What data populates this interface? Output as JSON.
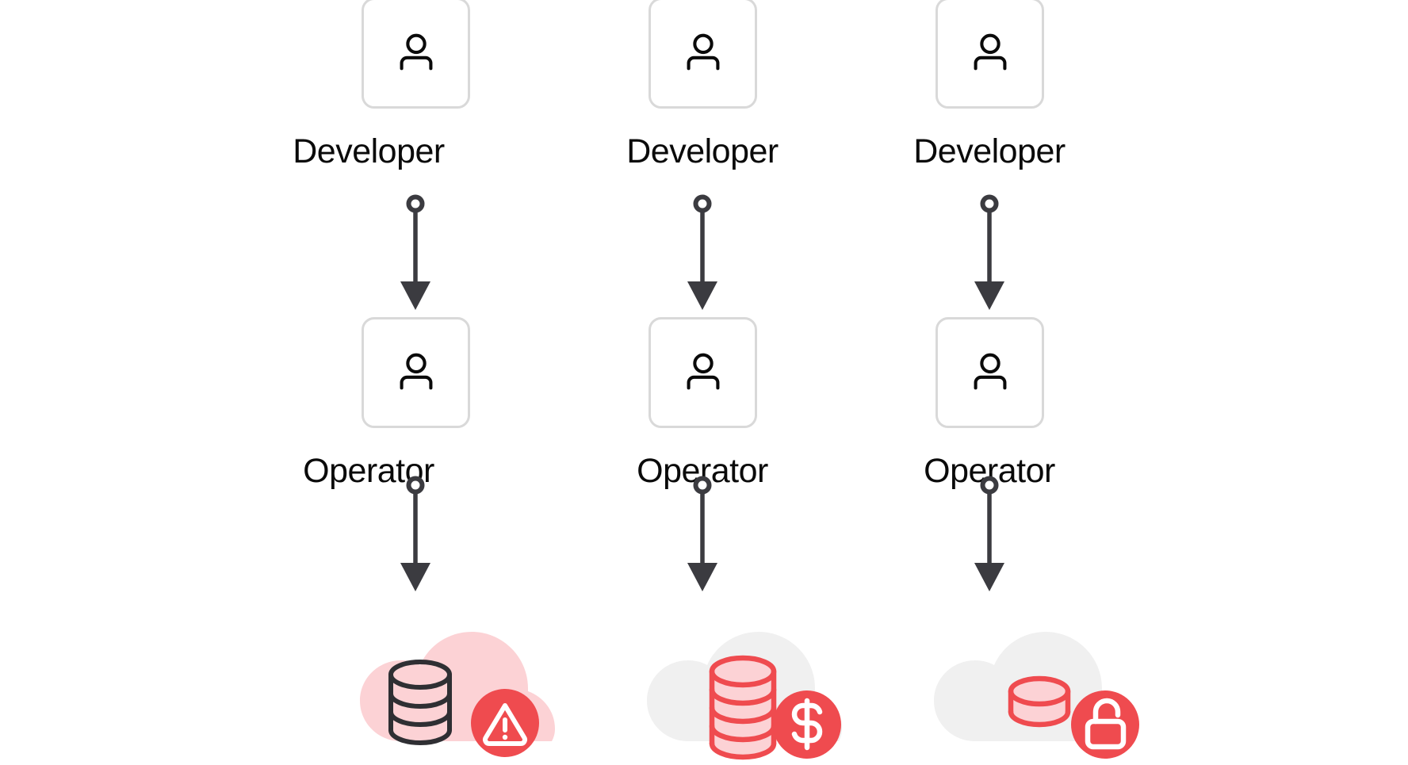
{
  "diagram": {
    "title": "Developer to Operator to Cloud Database flow",
    "background_color": "#ffffff",
    "colors": {
      "accent_red": "#ef4b4f",
      "cloud_pink": "#fcd2d5",
      "cloud_gray": "#f0f0f0",
      "card_border": "#d9d9d9",
      "arrow": "#3b3b40",
      "icon_dark": "#2f2f33",
      "text": "#0a0a0a"
    },
    "columns": [
      {
        "id": "column-1",
        "developer": {
          "label": "Developer",
          "icon": "person-icon"
        },
        "arrow_top": {
          "icon": "arrow-down-with-dot-icon"
        },
        "operator": {
          "label": "Operator",
          "icon": "person-icon"
        },
        "arrow_bottom": {
          "icon": "arrow-down-with-dot-icon"
        },
        "cloud": {
          "icon": "cloud-icon",
          "fill": "#fcd2d5",
          "database": {
            "icon": "database-icon",
            "style": "dark-outline",
            "segments": 3,
            "stroke": "#2f2f33",
            "fill": "none"
          },
          "badge": {
            "icon": "warning-triangle-icon",
            "fill": "#ef4b4f",
            "glyph_color": "#ffffff"
          }
        }
      },
      {
        "id": "column-2",
        "developer": {
          "label": "Developer",
          "icon": "person-icon"
        },
        "arrow_top": {
          "icon": "arrow-down-with-dot-icon"
        },
        "operator": {
          "label": "Operator",
          "icon": "person-icon"
        },
        "arrow_bottom": {
          "icon": "arrow-down-with-dot-icon"
        },
        "cloud": {
          "icon": "cloud-icon",
          "fill": "#f0f0f0",
          "database": {
            "icon": "database-icon",
            "style": "red-outline-tall",
            "segments": 4,
            "stroke": "#ef4b4f",
            "fill": "#fcd2d5"
          },
          "badge": {
            "icon": "dollar-sign-icon",
            "fill": "#ef4b4f",
            "glyph_color": "#ffffff"
          }
        }
      },
      {
        "id": "column-3",
        "developer": {
          "label": "Developer",
          "icon": "person-icon"
        },
        "arrow_top": {
          "icon": "arrow-down-with-dot-icon"
        },
        "operator": {
          "label": "Operator",
          "icon": "person-icon"
        },
        "arrow_bottom": {
          "icon": "arrow-down-with-dot-icon"
        },
        "cloud": {
          "icon": "cloud-icon",
          "fill": "#f0f0f0",
          "database": {
            "icon": "database-icon",
            "style": "red-outline-short",
            "segments": 1,
            "stroke": "#ef4b4f",
            "fill": "#fcd2d5"
          },
          "badge": {
            "icon": "unlock-padlock-icon",
            "fill": "#ef4b4f",
            "glyph_color": "#ffffff"
          }
        }
      }
    ]
  }
}
